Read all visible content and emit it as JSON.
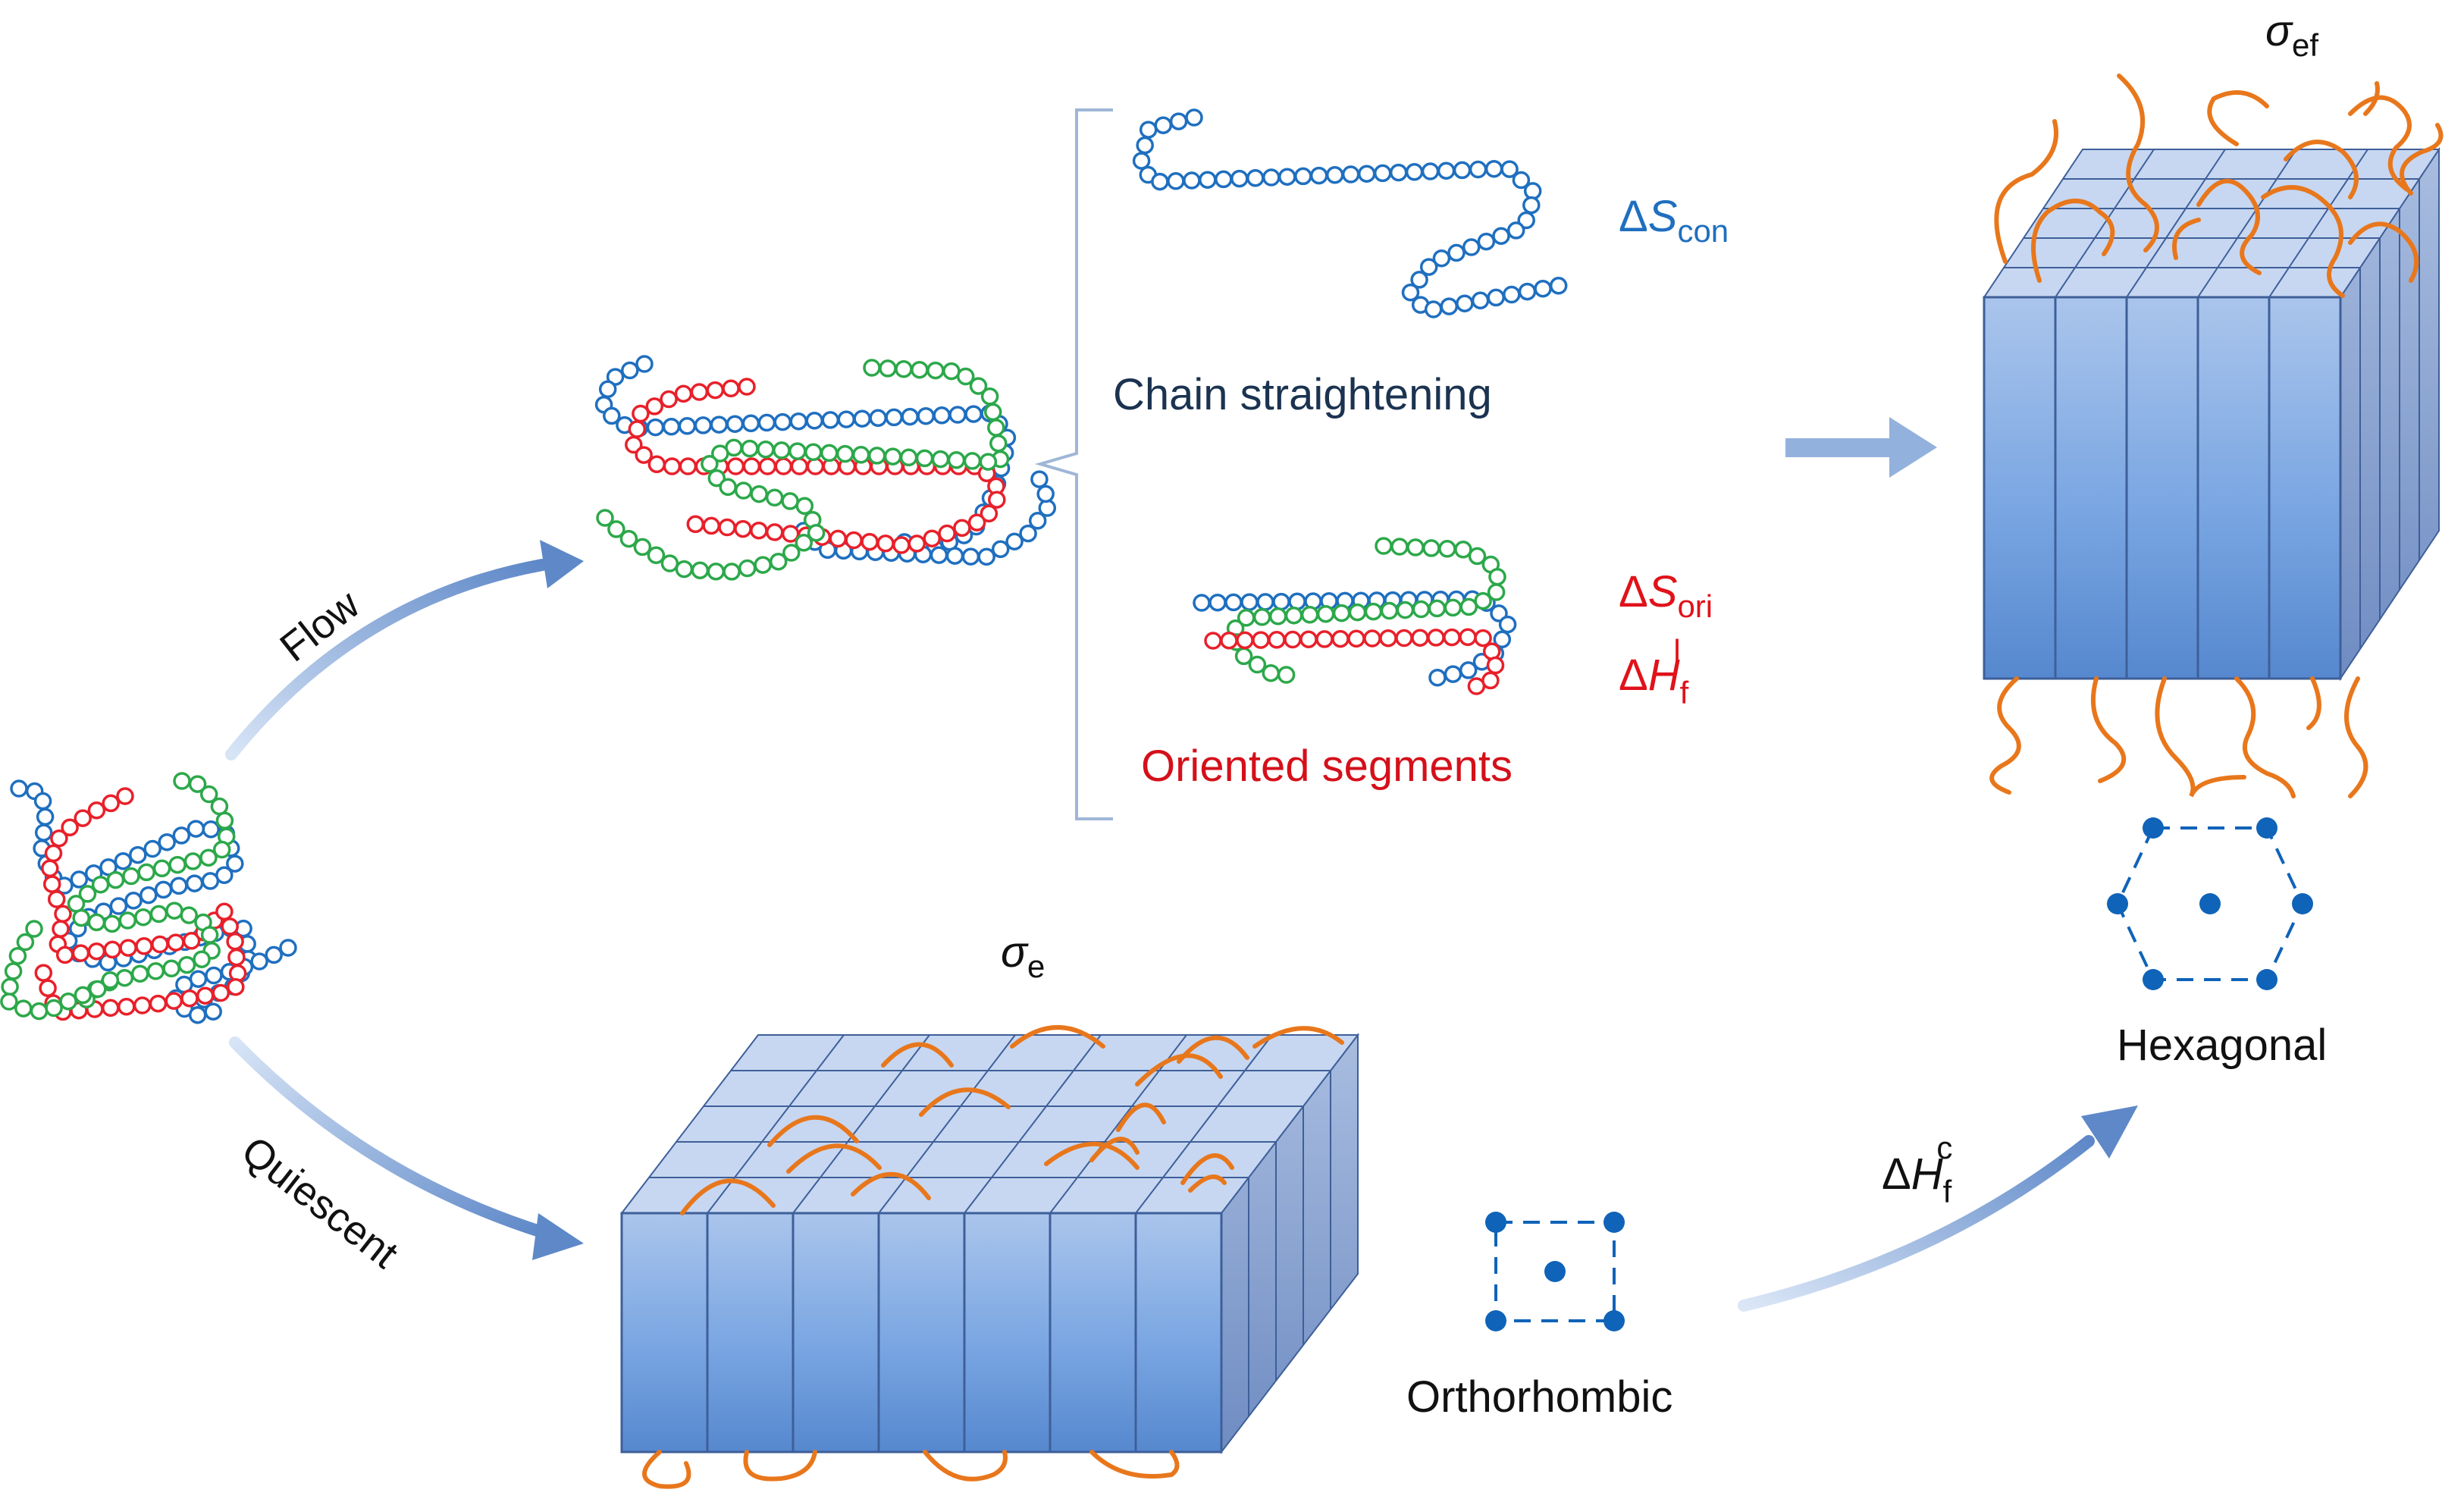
{
  "labels": {
    "flow": "Flow",
    "quiescent": "Quiescent",
    "chain_straightening": "Chain straightening",
    "oriented_segments": "Oriented segments",
    "orthorhombic": "Orthorhombic",
    "hexagonal": "Hexagonal"
  },
  "symbols": {
    "sigma": "σ",
    "sigma_e_sub": "e",
    "sigma_ef_sub": "ef",
    "delta": "Δ",
    "S": "S",
    "H": "H",
    "con_sub": "con",
    "ori_sub": "ori",
    "f_sub": "f",
    "l_sup": "l",
    "c_sup": "c"
  },
  "colors": {
    "chain_blue": "#1f6fbf",
    "chain_red": "#e8202a",
    "chain_green": "#2ca84a",
    "loop_orange": "#e8771c",
    "crystal_front": "#5b8fd6",
    "crystal_top": "#c6d6f0",
    "crystal_side": "#8fa6cf",
    "arrow": "#6f96cf",
    "text_navy": "#1b3350",
    "text_blue": "#1f6fbf",
    "text_red": "#e0121a",
    "lattice": "#0f63b8"
  }
}
